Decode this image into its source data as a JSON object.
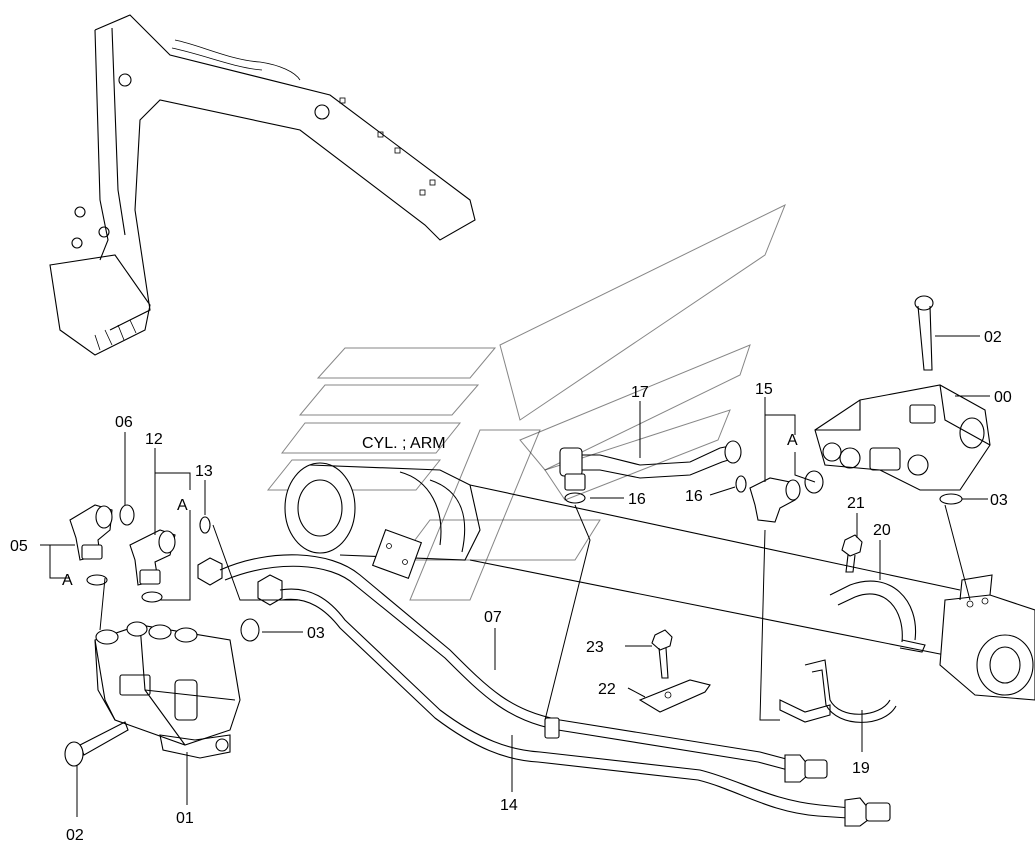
{
  "caption": "CYL. ; ARM",
  "callouts": {
    "c00": "00",
    "c01": "01",
    "c02_top": "02",
    "c02_bottom": "02",
    "c03_right": "03",
    "c03_left": "03",
    "c05": "05",
    "c06": "06",
    "c07": "07",
    "c12": "12",
    "c13": "13",
    "c14": "14",
    "c15": "15",
    "c16_left": "16",
    "c16_right": "16",
    "c17": "17",
    "c19": "19",
    "c20": "20",
    "c21": "21",
    "c22": "22",
    "c23": "23",
    "a_left": "A",
    "a_mid": "A",
    "a_right": "A"
  }
}
